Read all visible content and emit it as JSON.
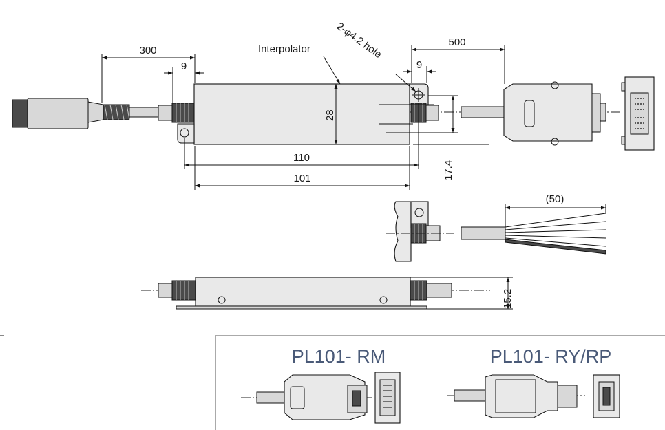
{
  "labels": {
    "interpolator": "Interpolator",
    "hole": "2-φ4.2 hole"
  },
  "dimensions": {
    "d300": "300",
    "d9_left": "9",
    "d9_right": "9",
    "d500": "500",
    "d28": "28",
    "d110": "110",
    "d101": "101",
    "d17_4": "17.4",
    "d50": "(50)",
    "d15_2": "15.2"
  },
  "variants": {
    "rm": "PL101- RM",
    "ry_rp": "PL101- RY/RP"
  }
}
